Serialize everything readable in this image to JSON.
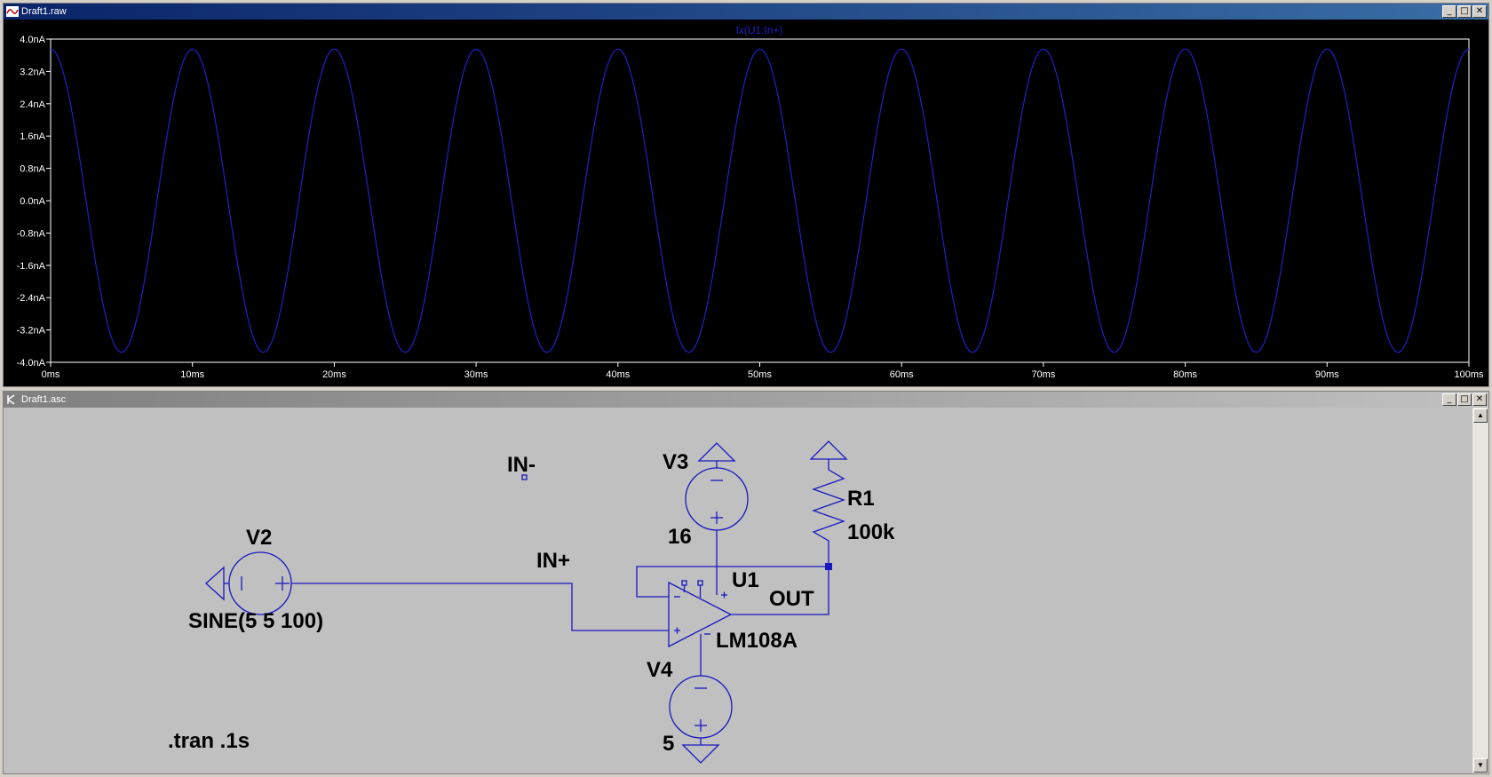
{
  "plot_window": {
    "title": "Draft1.raw",
    "trace_label": "Ix(U1:In+)",
    "buttons": [
      "_",
      "□",
      "✕"
    ]
  },
  "schematic_window": {
    "title": "Draft1.asc",
    "buttons": [
      "_",
      "□",
      "✕"
    ],
    "labels": {
      "in_minus": "IN-",
      "in_plus": "IN+",
      "out": "OUT",
      "v2": "V2",
      "v2_value": "SINE(5 5 100)",
      "v3": "V3",
      "v3_value": "16",
      "v4": "V4",
      "v4_value": "5",
      "r1": "R1",
      "r1_value": "100k",
      "u1": "U1",
      "u1_value": "LM108A",
      "directive": ".tran .1s"
    }
  },
  "chart_data": {
    "type": "line",
    "title": "Ix(U1:In+)",
    "xlabel": "",
    "ylabel": "",
    "x_ticks": [
      "0ms",
      "10ms",
      "20ms",
      "30ms",
      "40ms",
      "50ms",
      "60ms",
      "70ms",
      "80ms",
      "90ms",
      "100ms"
    ],
    "y_ticks": [
      "4.0nA",
      "3.2nA",
      "2.4nA",
      "1.6nA",
      "0.8nA",
      "0.0nA",
      "-0.8nA",
      "-1.6nA",
      "-2.4nA",
      "-3.2nA",
      "-4.0nA"
    ],
    "xlim": [
      0,
      100
    ],
    "ylim": [
      -4.0,
      4.0
    ],
    "series": [
      {
        "name": "Ix(U1:In+)",
        "amplitude": 3.75,
        "frequency_hz": 100,
        "phase": "cosine",
        "x_unit": "ms",
        "y_unit": "nA"
      }
    ],
    "colors": {
      "trace": "#2020c8",
      "background": "#000000",
      "grid_text": "#ffffff"
    }
  },
  "colors": {
    "wire": "#1818c0",
    "schematic_bg": "#c0c0c0",
    "label": "#000000"
  }
}
